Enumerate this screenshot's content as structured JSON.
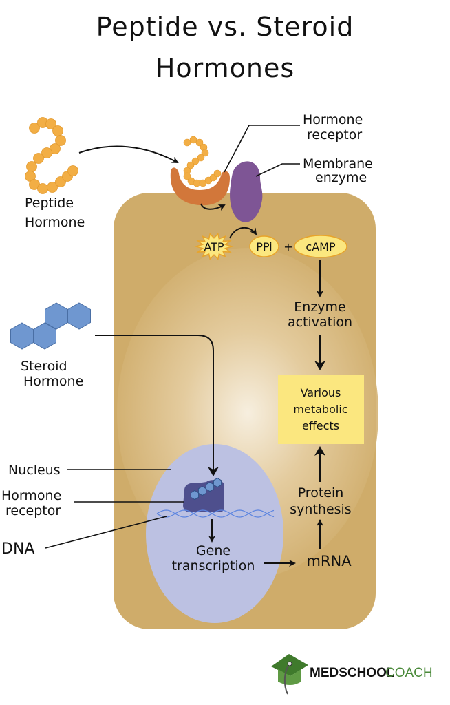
{
  "title": {
    "line1": "Peptide vs. Steroid",
    "line2": "Hormones"
  },
  "labels": {
    "peptide_hormone": [
      "Peptide",
      "Hormone"
    ],
    "steroid_hormone": [
      "Steroid",
      "Hormone"
    ],
    "hormone_receptor_membrane": [
      "Hormone",
      "receptor"
    ],
    "membrane_enzyme": [
      "Membrane",
      "enzyme"
    ],
    "atp": "ATP",
    "ppi": "PPi",
    "plus": "+",
    "camp": "cAMP",
    "enzyme_activation": [
      "Enzyme",
      "activation"
    ],
    "metabolic_effects": [
      "Various",
      "metabolic",
      "effects"
    ],
    "nucleus": "Nucleus",
    "hormone_receptor_nuclear": [
      "Hormone",
      "receptor"
    ],
    "dna": "DNA",
    "gene_transcription": [
      "Gene",
      "transcription"
    ],
    "mrna": "mRNA",
    "protein_synthesis": [
      "Protein",
      "synthesis"
    ]
  },
  "logo": {
    "bold": "MEDSCHOOL",
    "light": "COACH"
  },
  "colors": {
    "cell": "#cfac6a",
    "nucleus": "#bcc1e2",
    "peptide": "#f2ae45",
    "receptor_membrane": "#d2773a",
    "enzyme": "#7e5595",
    "steroid": "#6f97d0",
    "receptor_nuclear": "#4e4f8d",
    "effects_box": "#fbe77f",
    "atp_burst": "#fbe77f",
    "logo_green": "#4a8a3a"
  }
}
